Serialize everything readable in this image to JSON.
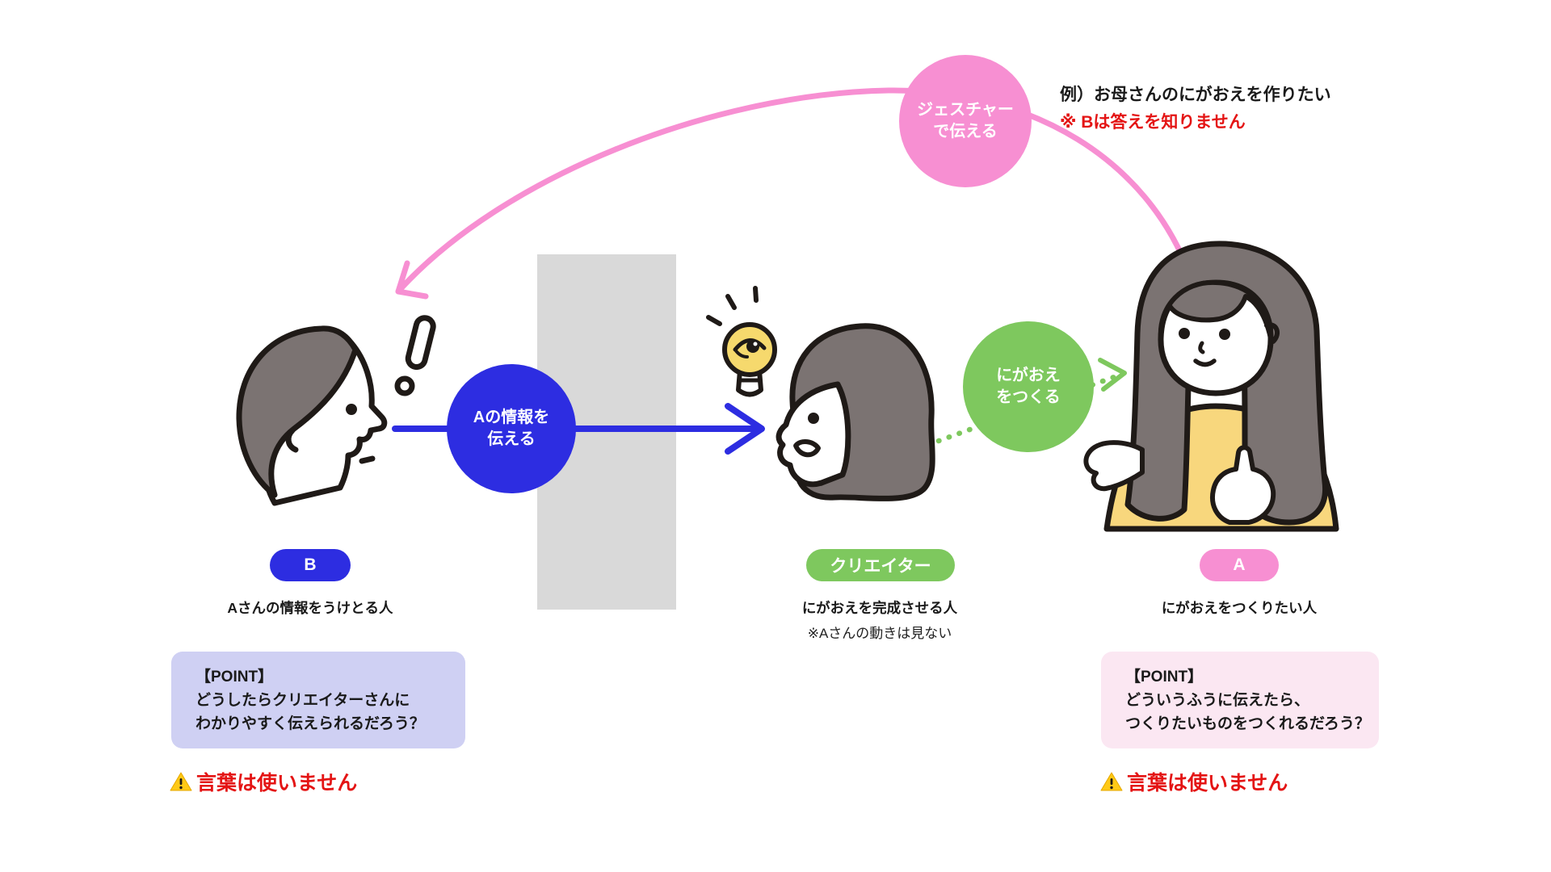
{
  "example": {
    "line1": "例）お母さんのにがおえを作りたい",
    "note": "※ Bは答えを知りません"
  },
  "bubbles": {
    "gesture": {
      "line1": "ジェスチャー",
      "line2": "で伝える"
    },
    "info": {
      "line1": "Aの情報を",
      "line2": "伝える"
    },
    "create": {
      "line1": "にがおえ",
      "line2": "をつくる"
    }
  },
  "roles": {
    "b": {
      "badge": "B",
      "caption": "Aさんの情報をうけとる人"
    },
    "creator": {
      "badge": "クリエイター",
      "caption": "にがおえを完成させる人",
      "note": "※Aさんの動きは見ない"
    },
    "a": {
      "badge": "A",
      "caption": "にがおえをつくりたい人"
    }
  },
  "points": {
    "left": {
      "title": "【POINT】",
      "line1": "どうしたらクリエイターさんに",
      "line2": "わかりやすく伝えられるだろう？"
    },
    "right": {
      "title": "【POINT】",
      "line1": "どういうふうに伝えたら、",
      "line2": "つくりたいものをつくれるだろう？"
    }
  },
  "warnings": {
    "left": "言葉は使いません",
    "right": "言葉は使いません"
  },
  "colors": {
    "blue": "#2d2de1",
    "pink": "#f78fd2",
    "green": "#7ec85e",
    "lavender": "#cfd0f3",
    "lightpink": "#fbe7f2",
    "red": "#e41414",
    "wall": "#d9d9d9",
    "hair": "#7b7372",
    "yellow": "#f8d77d",
    "bulb": "#f6d96d"
  }
}
